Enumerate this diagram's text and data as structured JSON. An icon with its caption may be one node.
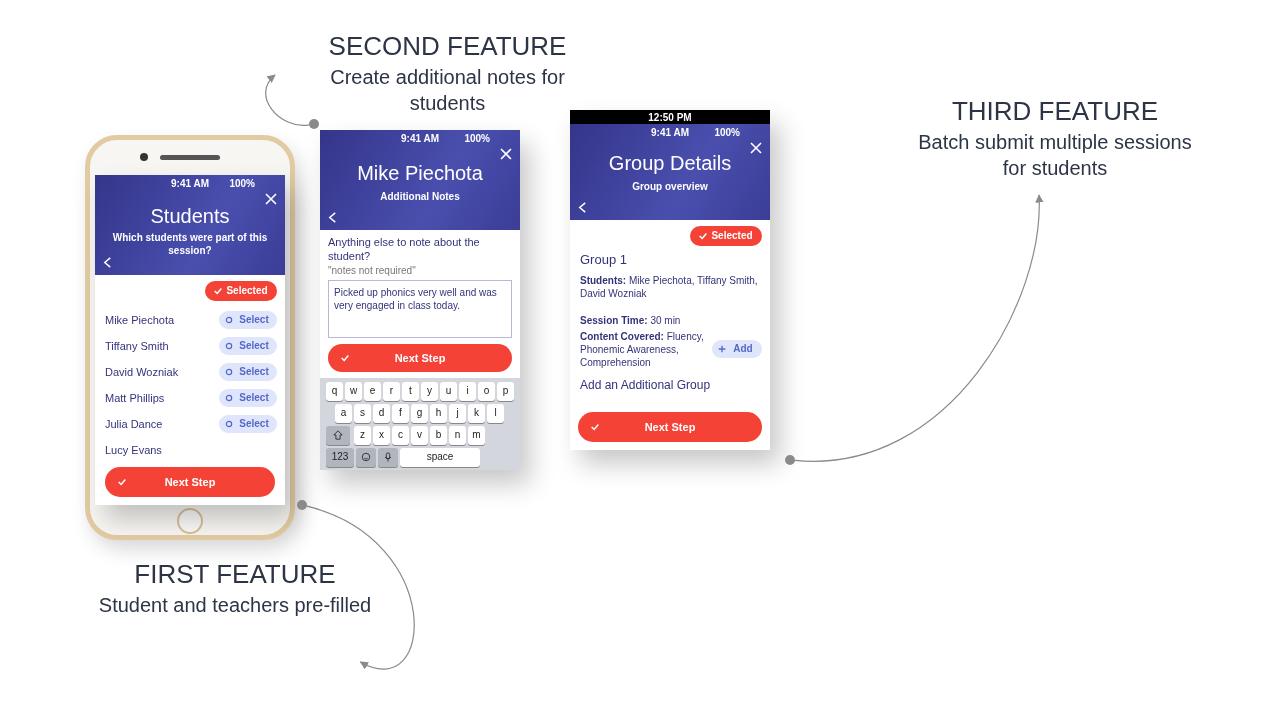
{
  "diagram": {
    "nodes": [
      {
        "text": [
          "SECOND FEATURE",
          "Create additional notes for students"
        ]
      },
      {
        "text": [
          "THIRD FEATURE",
          "Batch submit multiple sessions for students"
        ]
      },
      {
        "text": [
          "FIRST FEATURE",
          "Student and teachers pre-filled"
        ]
      },
      {
        "text": [],
        "shape": "circle"
      },
      {
        "text": [],
        "shape": "circle"
      },
      {
        "text": [],
        "shape": "circle"
      }
    ],
    "edges": [
      {
        "from": 3,
        "to": 0,
        "arrow": "to"
      },
      {
        "from": 4,
        "to": 1,
        "arrow": "to"
      },
      {
        "from": 5,
        "to": 2,
        "arrow": "to"
      }
    ],
    "labels": [
      "9:41 AM",
      "100%",
      "Students",
      "Which students were part of this session?",
      "Selected",
      "Mike Piechota",
      "Select",
      "Tiffany Smith",
      "Select",
      "David Wozniak",
      "Select",
      "Matt Phillips",
      "Select",
      "Julia Dance",
      "Select",
      "Lucy Evans",
      "Next Step",
      "9:41 AM",
      "100%",
      "Mike Piechota",
      "Additional Notes",
      "Anything else to note about the student?",
      "\"notes not required\"",
      "Picked up phonics very well and was very engaged in class today.",
      "Next Step",
      "q",
      "w",
      "e",
      "r",
      "t",
      "y",
      "u",
      "i",
      "o",
      "p",
      "a",
      "s",
      "d",
      "f",
      "g",
      "h",
      "j",
      "k",
      "l",
      "z",
      "x",
      "c",
      "v",
      "b",
      "n",
      "m",
      "123",
      "space",
      "12:50 PM",
      "9:41 AM",
      "100%",
      "Group Details",
      "Group overview",
      "Selected",
      "Group 1",
      "**Students:** Mike Piechota, Tiffany Smith, David Wozniak",
      "**Session Time:** 30 min",
      "**Content Covered:** Fluency, Phonemic Awareness, Comprehension",
      "Add",
      "Add an Additional Group",
      "Next Step"
    ]
  }
}
